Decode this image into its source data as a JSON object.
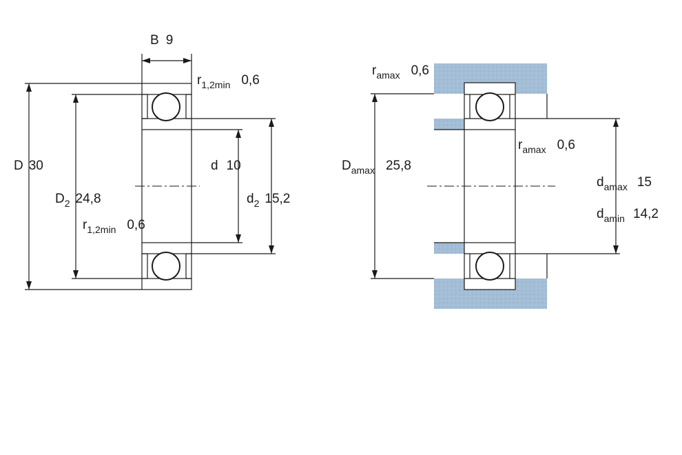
{
  "colors": {
    "ring_fill": "#a9bfd2",
    "housing_fill": "#a3bed6",
    "ball_fill": "#ffffff",
    "line": "#1a1a1a"
  },
  "bearing": {
    "B": {
      "sym": "B",
      "value": "9"
    },
    "D": {
      "sym": "D",
      "value": "30"
    },
    "D2": {
      "sym": "D",
      "sub": "2",
      "value": "24,8"
    },
    "d": {
      "sym": "d",
      "value": "10"
    },
    "d2": {
      "sym": "d",
      "sub": "2",
      "value": "15,2"
    },
    "r12_top": {
      "sym": "r",
      "sub": "1,2min",
      "value": "0,6"
    },
    "r12_mid": {
      "sym": "r",
      "sub": "1,2min",
      "value": "0,6"
    }
  },
  "abutment": {
    "ra_top": {
      "sym": "r",
      "sub": "amax",
      "value": "0,6"
    },
    "ra_mid": {
      "sym": "r",
      "sub": "amax",
      "value": "0,6"
    },
    "Da": {
      "sym": "D",
      "sub": "amax",
      "value": "25,8"
    },
    "da_max": {
      "sym": "d",
      "sub": "amax",
      "value": "15"
    },
    "da_min": {
      "sym": "d",
      "sub": "amin",
      "value": "14,2"
    }
  }
}
